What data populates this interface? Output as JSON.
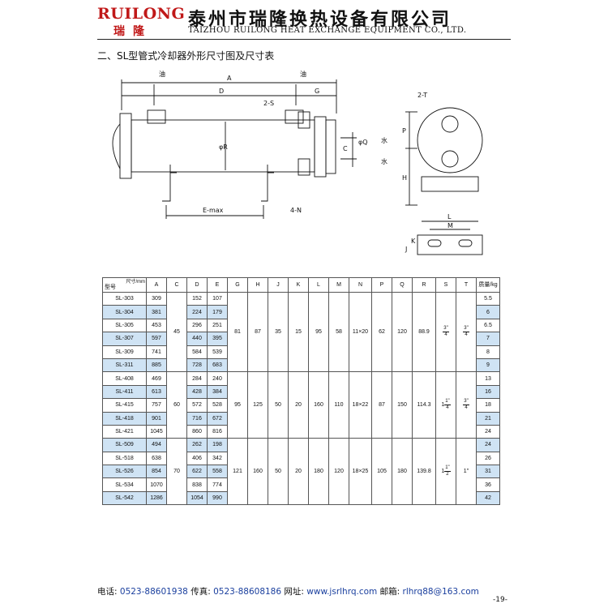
{
  "header": {
    "logo_en": "RUILONG",
    "logo_cn": "瑞隆",
    "company_cn": "泰州市瑞隆换热设备有限公司",
    "company_en": "TAIZHOU RUILONG HEAT EXCHANGE EQUIPMENT CO., LTD."
  },
  "section_title": "二、SL型管式冷却器外形尺寸图及尺寸表",
  "drawing": {
    "labels": {
      "oil_in": "油",
      "oil_out": "油",
      "A": "A",
      "D": "D",
      "G": "G",
      "two_S": "2-S",
      "phi_R": "φR",
      "phi_Q": "φQ",
      "C": "C",
      "water1": "水",
      "water2": "水",
      "E_max": "E-max",
      "four_N": "4-N",
      "two_T": "2-T",
      "P": "P",
      "H": "H",
      "L": "L",
      "M": "M",
      "J": "J",
      "K": "K"
    }
  },
  "table": {
    "corner_top": "尺寸/mm",
    "corner_bottom": "型号",
    "columns": [
      "A",
      "C",
      "D",
      "E",
      "G",
      "H",
      "J",
      "K",
      "L",
      "M",
      "N",
      "P",
      "Q",
      "R",
      "S",
      "T",
      "质量/kg"
    ],
    "groups": [
      {
        "rows": [
          {
            "model": "SL-303",
            "A": "309",
            "D": "152",
            "E": "107",
            "mass": "5.5"
          },
          {
            "model": "SL-304",
            "A": "381",
            "D": "224",
            "E": "179",
            "mass": "6"
          },
          {
            "model": "SL-305",
            "A": "453",
            "D": "296",
            "E": "251",
            "mass": "6.5"
          },
          {
            "model": "SL-307",
            "A": "597",
            "D": "440",
            "E": "395",
            "mass": "7"
          },
          {
            "model": "SL-309",
            "A": "741",
            "D": "584",
            "E": "539",
            "mass": "8"
          },
          {
            "model": "SL-311",
            "A": "885",
            "D": "728",
            "E": "683",
            "mass": "9"
          }
        ],
        "C": "45",
        "G": "81",
        "H": "87",
        "J": "35",
        "K": "15",
        "L": "95",
        "M": "58",
        "N": "11×20",
        "P": "62",
        "Q": "120",
        "R": "88.9",
        "S": {
          "whole": "",
          "num": "3\"",
          "den": "4"
        },
        "T": {
          "whole": "",
          "num": "3\"",
          "den": "4"
        }
      },
      {
        "rows": [
          {
            "model": "SL-408",
            "A": "469",
            "D": "284",
            "E": "240",
            "mass": "13"
          },
          {
            "model": "SL-411",
            "A": "613",
            "D": "428",
            "E": "384",
            "mass": "16"
          },
          {
            "model": "SL-415",
            "A": "757",
            "D": "572",
            "E": "528",
            "mass": "18"
          },
          {
            "model": "SL-418",
            "A": "901",
            "D": "716",
            "E": "672",
            "mass": "21"
          },
          {
            "model": "SL-421",
            "A": "1045",
            "D": "860",
            "E": "816",
            "mass": "24"
          }
        ],
        "C": "60",
        "G": "95",
        "H": "125",
        "J": "50",
        "K": "20",
        "L": "160",
        "M": "110",
        "N": "18×22",
        "P": "87",
        "Q": "150",
        "R": "114.3",
        "S": {
          "whole": "1",
          "num": "1\"",
          "den": "4"
        },
        "T": {
          "whole": "",
          "num": "3\"",
          "den": "4"
        }
      },
      {
        "rows": [
          {
            "model": "SL-509",
            "A": "494",
            "D": "262",
            "E": "198",
            "mass": "24"
          },
          {
            "model": "SL-518",
            "A": "638",
            "D": "406",
            "E": "342",
            "mass": "26"
          },
          {
            "model": "SL-526",
            "A": "854",
            "D": "622",
            "E": "558",
            "mass": "31"
          },
          {
            "model": "SL-534",
            "A": "1070",
            "D": "838",
            "E": "774",
            "mass": "36"
          },
          {
            "model": "SL-542",
            "A": "1286",
            "D": "1054",
            "E": "990",
            "mass": "42"
          }
        ],
        "C": "70",
        "G": "121",
        "H": "160",
        "J": "50",
        "K": "20",
        "L": "180",
        "M": "120",
        "N": "18×25",
        "P": "105",
        "Q": "180",
        "R": "139.8",
        "S": {
          "whole": "1",
          "num": "1\"",
          "den": "2"
        },
        "T": {
          "whole": "1\"",
          "num": "",
          "den": ""
        }
      }
    ]
  },
  "contact": {
    "phone_label": "电话:",
    "phone": "0523-88601938",
    "fax_label": "传真:",
    "fax": "0523-88608186",
    "web_label": "网址:",
    "web": "www.jsrlhrq.com",
    "email_label": "邮箱:",
    "email": "rlhrq88@163.com"
  },
  "page_number": "-19-"
}
